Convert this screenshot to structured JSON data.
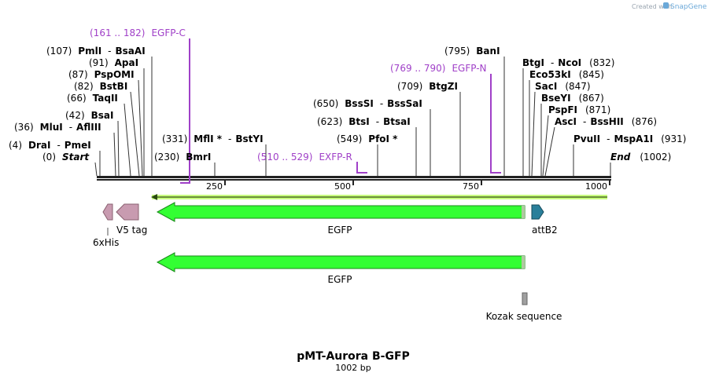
{
  "credit": {
    "prefix": "Created with",
    "brand": "SnapGene"
  },
  "title": "pMT-Aurora B-GFP",
  "length_label": "1002 bp",
  "ticks": [
    "250",
    "500",
    "750",
    "1000"
  ],
  "primers": [
    {
      "pos": "(161 .. 182)",
      "name": "EGFP-C"
    },
    {
      "pos": "(769 .. 790)",
      "name": "EGFP-N"
    },
    {
      "pos": "(510 .. 529)",
      "name": "EXFP-R"
    }
  ],
  "sites": [
    {
      "pos": "(107)",
      "name": "PmlI",
      "sep": "-",
      "name2": "BsaAI"
    },
    {
      "pos": "(91)",
      "name": "ApaI"
    },
    {
      "pos": "(87)",
      "name": "PspOMI"
    },
    {
      "pos": "(82)",
      "name": "BstBI"
    },
    {
      "pos": "(66)",
      "name": "TaqII"
    },
    {
      "pos": "(42)",
      "name": "BsaI"
    },
    {
      "pos": "(36)",
      "name": "MluI",
      "sep": "-",
      "name2": "AflIII"
    },
    {
      "pos": "(4)",
      "name": "DraI",
      "sep": "-",
      "name2": "PmeI"
    },
    {
      "pos": "(0)",
      "name": "Start"
    },
    {
      "pos": "(331)",
      "name": "MflI *",
      "sep": "-",
      "name2": "BstYI"
    },
    {
      "pos": "(230)",
      "name": "BmrI"
    },
    {
      "pos": "(795)",
      "name": "BanI"
    },
    {
      "pos": "(709)",
      "name": "BtgZI"
    },
    {
      "pos": "(650)",
      "name": "BssSI",
      "sep": "-",
      "name2": "BssSaI"
    },
    {
      "pos": "(623)",
      "name": "BtsI",
      "sep": "-",
      "name2": "BtsaI"
    },
    {
      "pos": "(549)",
      "name": "PfoI *"
    },
    {
      "pos": "(832)",
      "name": "BtgI",
      "sep": "-",
      "name2": "NcoI"
    },
    {
      "pos": "(845)",
      "name": "Eco53kI"
    },
    {
      "pos": "(847)",
      "name": "SacI"
    },
    {
      "pos": "(867)",
      "name": "BseYI"
    },
    {
      "pos": "(871)",
      "name": "PspFI"
    },
    {
      "pos": "(876)",
      "name": "AscI",
      "sep": "-",
      "name2": "BssHII"
    },
    {
      "pos": "(931)",
      "name": "PvuII",
      "sep": "-",
      "name2": "MspA1I"
    },
    {
      "pos": "(1002)",
      "name": "End"
    }
  ],
  "features": [
    {
      "name": "6xHis",
      "color": "#c89bb0"
    },
    {
      "name": "V5 tag",
      "color": "#c89bb0"
    },
    {
      "name": "EGFP",
      "color": "#33ff33"
    },
    {
      "name": "attB2",
      "color": "#2a7f9a"
    },
    {
      "name": "EGFP",
      "color": "#33ff33"
    },
    {
      "name": "Kozak sequence",
      "color": "#a0a0a0"
    }
  ],
  "colors": {
    "primer": "#a040c8",
    "orf": "#c8ff80",
    "backbone": "#222222"
  }
}
